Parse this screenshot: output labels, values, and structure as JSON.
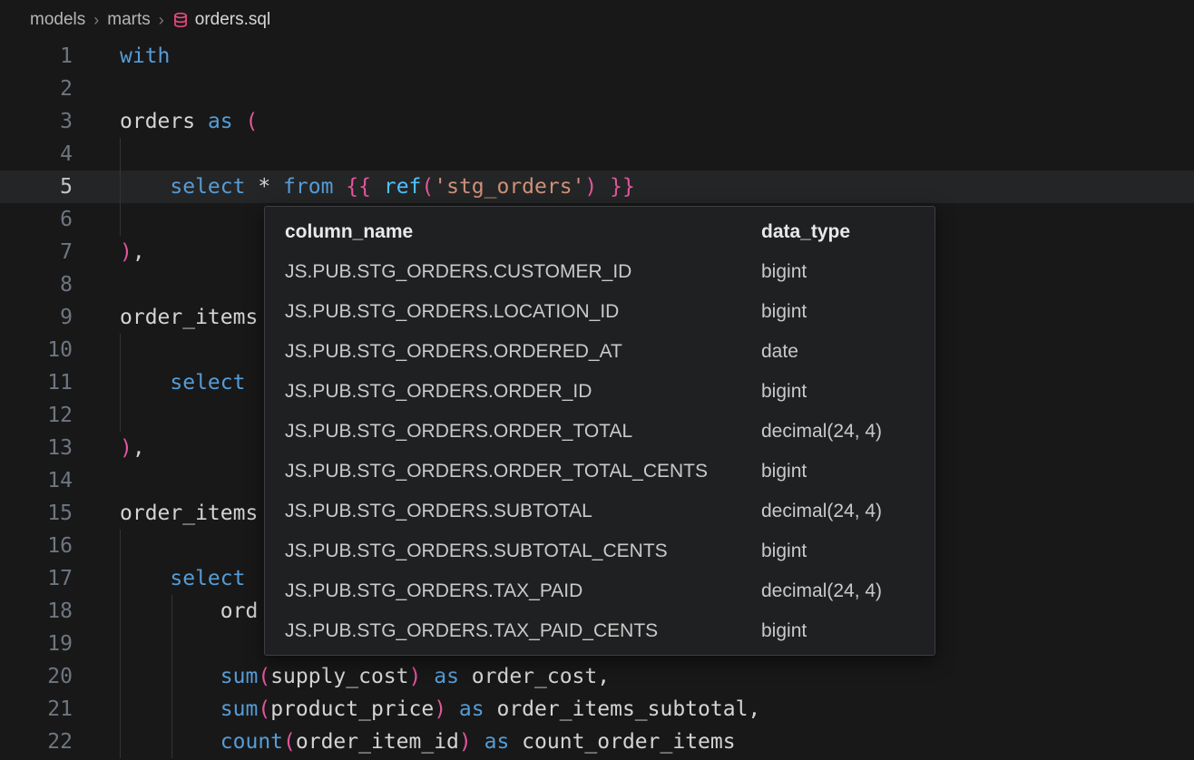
{
  "breadcrumb": {
    "path_items": [
      "models",
      "marts"
    ],
    "separator": "›",
    "file": "orders.sql",
    "file_icon": "database-icon"
  },
  "editor": {
    "language": "sql",
    "current_line": 5,
    "lines": [
      {
        "num": 1,
        "tokens": [
          [
            "kw",
            "with"
          ]
        ]
      },
      {
        "num": 2,
        "tokens": []
      },
      {
        "num": 3,
        "tokens": [
          [
            "id",
            "orders "
          ],
          [
            "kw",
            "as"
          ],
          [
            "id",
            " "
          ],
          [
            "br",
            "("
          ]
        ]
      },
      {
        "num": 4,
        "tokens": []
      },
      {
        "num": 5,
        "current": true,
        "tokens": [
          [
            "id",
            "    "
          ],
          [
            "kw",
            "select"
          ],
          [
            "id",
            " * "
          ],
          [
            "kw",
            "from"
          ],
          [
            "id",
            " "
          ],
          [
            "br",
            "{{"
          ],
          [
            "id",
            " "
          ],
          [
            "fn",
            "ref"
          ],
          [
            "br",
            "("
          ],
          [
            "str",
            "'stg_orders'"
          ],
          [
            "br",
            ")"
          ],
          [
            "id",
            " "
          ],
          [
            "br",
            "}}"
          ]
        ]
      },
      {
        "num": 6,
        "tokens": []
      },
      {
        "num": 7,
        "tokens": [
          [
            "br",
            ")"
          ],
          [
            "id",
            ","
          ]
        ]
      },
      {
        "num": 8,
        "tokens": []
      },
      {
        "num": 9,
        "tokens": [
          [
            "id",
            "order_items"
          ]
        ]
      },
      {
        "num": 10,
        "tokens": []
      },
      {
        "num": 11,
        "tokens": [
          [
            "id",
            "    "
          ],
          [
            "kw",
            "select"
          ]
        ]
      },
      {
        "num": 12,
        "tokens": []
      },
      {
        "num": 13,
        "tokens": [
          [
            "br",
            ")"
          ],
          [
            "id",
            ","
          ]
        ]
      },
      {
        "num": 14,
        "tokens": []
      },
      {
        "num": 15,
        "tokens": [
          [
            "id",
            "order_items"
          ]
        ]
      },
      {
        "num": 16,
        "tokens": []
      },
      {
        "num": 17,
        "tokens": [
          [
            "id",
            "    "
          ],
          [
            "kw",
            "select"
          ]
        ]
      },
      {
        "num": 18,
        "tokens": [
          [
            "id",
            "        ord"
          ]
        ]
      },
      {
        "num": 19,
        "tokens": []
      },
      {
        "num": 20,
        "tokens": [
          [
            "id",
            "        "
          ],
          [
            "kw",
            "sum"
          ],
          [
            "br",
            "("
          ],
          [
            "id",
            "supply_cost"
          ],
          [
            "br",
            ")"
          ],
          [
            "id",
            " "
          ],
          [
            "kw",
            "as"
          ],
          [
            "id",
            " order_cost,"
          ]
        ]
      },
      {
        "num": 21,
        "tokens": [
          [
            "id",
            "        "
          ],
          [
            "kw",
            "sum"
          ],
          [
            "br",
            "("
          ],
          [
            "id",
            "product_price"
          ],
          [
            "br",
            ")"
          ],
          [
            "id",
            " "
          ],
          [
            "kw",
            "as"
          ],
          [
            "id",
            " order_items_subtotal,"
          ]
        ]
      },
      {
        "num": 22,
        "tokens": [
          [
            "id",
            "        "
          ],
          [
            "kw",
            "count"
          ],
          [
            "br",
            "("
          ],
          [
            "id",
            "order_item_id"
          ],
          [
            "br",
            ")"
          ],
          [
            "id",
            " "
          ],
          [
            "kw",
            "as"
          ],
          [
            "id",
            " count_order_items"
          ]
        ]
      }
    ]
  },
  "popup": {
    "headers": [
      "column_name",
      "data_type"
    ],
    "rows": [
      [
        "JS.PUB.STG_ORDERS.CUSTOMER_ID",
        "bigint"
      ],
      [
        "JS.PUB.STG_ORDERS.LOCATION_ID",
        "bigint"
      ],
      [
        "JS.PUB.STG_ORDERS.ORDERED_AT",
        "date"
      ],
      [
        "JS.PUB.STG_ORDERS.ORDER_ID",
        "bigint"
      ],
      [
        "JS.PUB.STG_ORDERS.ORDER_TOTAL",
        "decimal(24, 4)"
      ],
      [
        "JS.PUB.STG_ORDERS.ORDER_TOTAL_CENTS",
        "bigint"
      ],
      [
        "JS.PUB.STG_ORDERS.SUBTOTAL",
        "decimal(24, 4)"
      ],
      [
        "JS.PUB.STG_ORDERS.SUBTOTAL_CENTS",
        "bigint"
      ],
      [
        "JS.PUB.STG_ORDERS.TAX_PAID",
        "decimal(24, 4)"
      ],
      [
        "JS.PUB.STG_ORDERS.TAX_PAID_CENTS",
        "bigint"
      ]
    ]
  },
  "colors": {
    "bg": "#181818",
    "line-highlight": "#242526",
    "gutter": "#6e7681",
    "text": "#d4d4d4",
    "kw": "#569cd6",
    "br": "#e2569b",
    "str": "#ce9178",
    "fn": "#4fc1ff",
    "breadcrumb": "#b5b5b5",
    "icon": "#e8487e",
    "popup-bg": "#1f2021",
    "popup-border": "#3e3e42"
  }
}
